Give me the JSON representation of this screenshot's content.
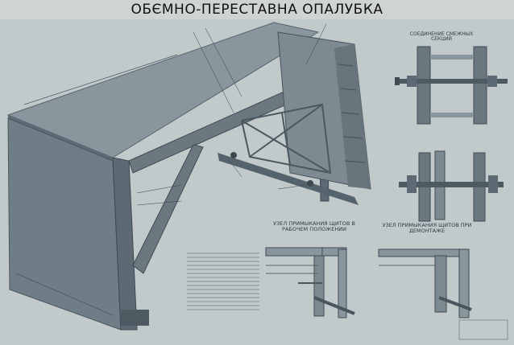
{
  "poster": {
    "title": "ОБЄМНО-ПЕРЕСТАВНА ОПАЛУБКА",
    "captions": {
      "joining": "СОЕДИНЕНИЕ СМЕЖНЫХ СЕКЦИЙ",
      "working_position": "УЗЕЛ ПРИМЫКАНИЯ ЩИТОВ В РАБОЧЕМ ПОЛОЖЕНИИ",
      "dismantling": "УЗЕЛ ПРИМЫКАНИЯ ЩИТОВ ПРИ ДЕМОНТАЖЕ"
    },
    "colors": {
      "paper": "#bfc6c9",
      "steel": "#6f7d86",
      "panel": "#8a969d",
      "ink": "#2c3a44"
    }
  }
}
